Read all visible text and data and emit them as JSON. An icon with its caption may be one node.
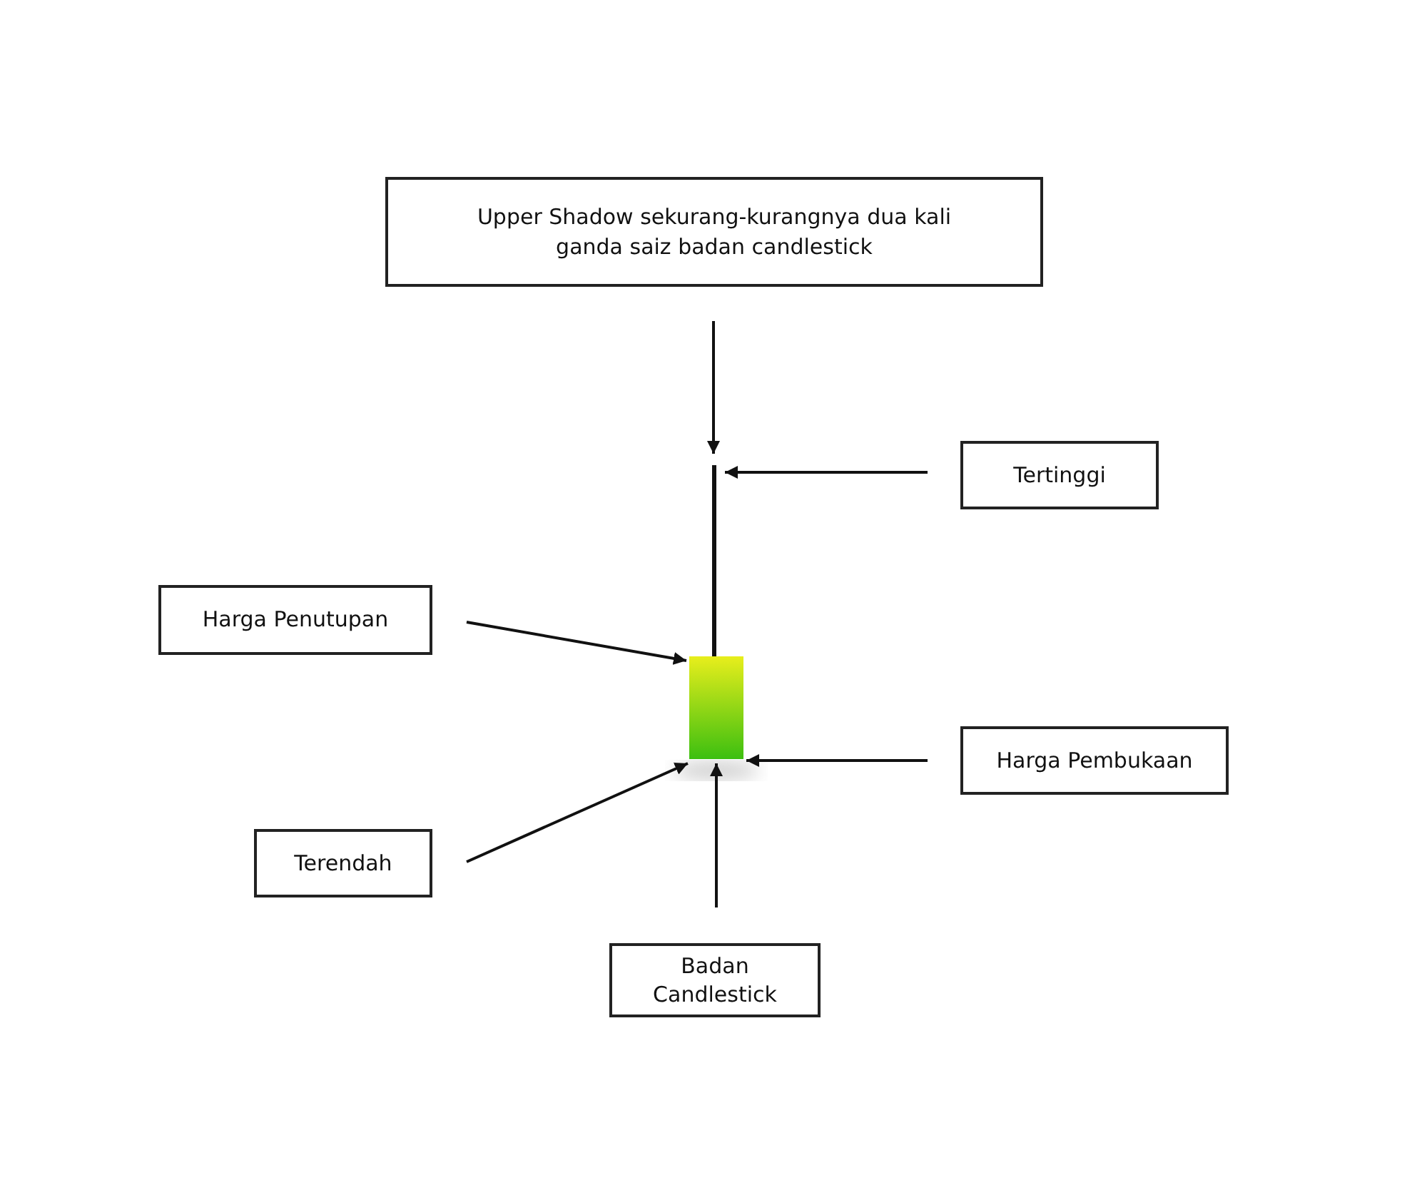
{
  "diagram": {
    "nodes": [
      {
        "text": [
          "Upper Shadow sekurang-kurangnya dua kali ganda saiz badan candlestick"
        ]
      },
      {
        "text": [
          "Tertinggi"
        ]
      },
      {
        "text": [
          "Harga Penutupan"
        ]
      },
      {
        "text": [
          "Harga Pembukaan"
        ]
      },
      {
        "text": [
          "Terendah"
        ]
      },
      {
        "text": [
          "Badan Candlestick"
        ]
      },
      {
        "text": [],
        "shape": "bar"
      },
      {
        "text": [],
        "shape": "bar"
      }
    ],
    "edges": [
      {
        "from": 0,
        "to": 6,
        "arrow": "to"
      },
      {
        "from": 1,
        "to": 6,
        "arrow": "to"
      },
      {
        "from": 2,
        "to": 7,
        "arrow": "to"
      },
      {
        "from": 3,
        "to": 7,
        "arrow": "to"
      },
      {
        "from": 4,
        "to": 7,
        "arrow": "to"
      },
      {
        "from": 5,
        "to": 7,
        "arrow": "to"
      }
    ]
  }
}
